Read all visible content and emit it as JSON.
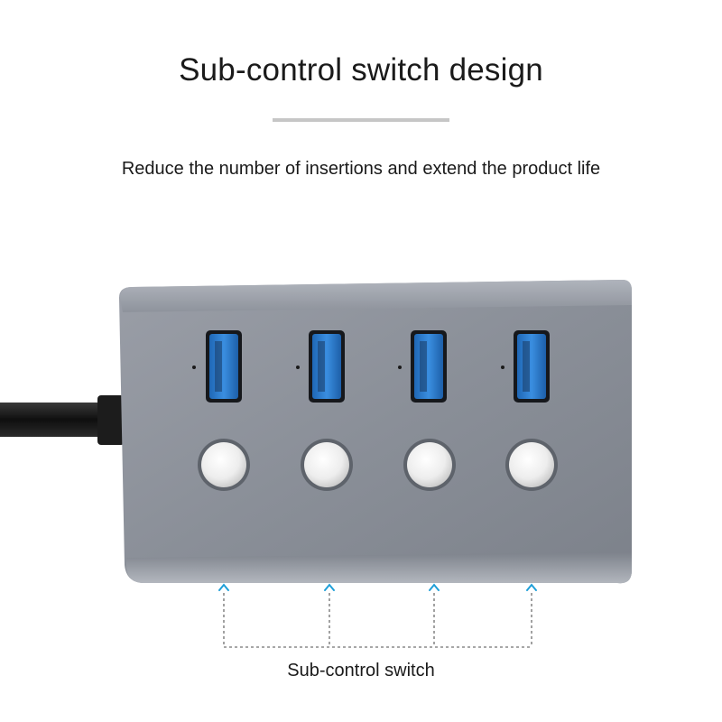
{
  "header": {
    "title": "Sub-control switch design",
    "subtitle": "Reduce the number of insertions and extend the product life"
  },
  "product": {
    "name": "usb-hub-with-individual-switches",
    "port_count": 4,
    "switch_count": 4,
    "body_color": "#8b909a",
    "port_color": "#2f7fcf",
    "switch_color": "#f2f2f2",
    "cable_color": "#1a1a1a"
  },
  "annotation": {
    "label": "Sub-control switch",
    "arrow_color": "#1e9fd8",
    "line_color": "#8a8a8a"
  }
}
